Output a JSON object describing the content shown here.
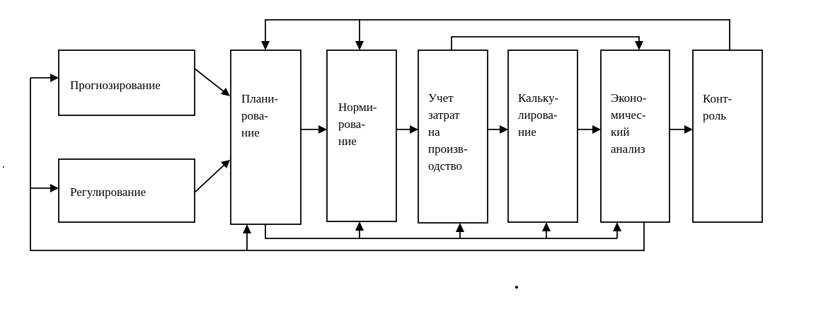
{
  "diagram": {
    "blocks": {
      "forecasting": [
        "Прогнозирование"
      ],
      "regulation": [
        "Регулирование"
      ],
      "planning": [
        "Плани-",
        "рова-",
        "ние"
      ],
      "norming": [
        "Норми-",
        "рова-",
        "ние"
      ],
      "cost_accounting": [
        "Учет",
        "затрат",
        "на",
        "произв-",
        "одство"
      ],
      "costing": [
        "Кальку-",
        "лирова-",
        "ние"
      ],
      "economic_analysis": [
        "Эконо-",
        "мичес-",
        "кий",
        "анализ"
      ],
      "control": [
        "Конт-",
        "роль"
      ]
    }
  }
}
